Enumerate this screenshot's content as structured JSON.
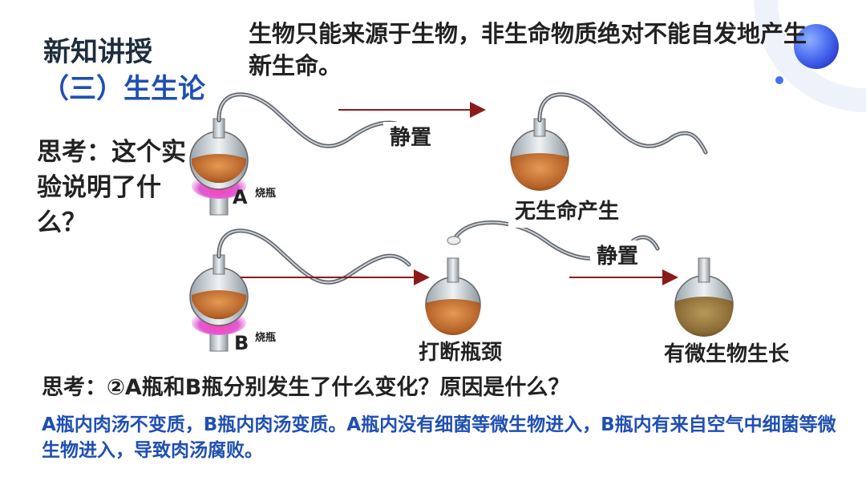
{
  "section": {
    "title": "新知讲授",
    "subtitle": "（三）生生论"
  },
  "principle": "生物只能来源于生物，非生命物质绝对不能自发地产生新生命。",
  "thinking_prompt": "思考：这个实验说明了什么？",
  "diagram": {
    "flask_name": "烧瓶",
    "flask_a_letter": "A",
    "flask_b_letter": "B",
    "step_stand_1": "静置",
    "step_stand_2": "静置",
    "result_a": "无生命产生",
    "step_break": "打断瓶颈",
    "result_b": "有微生物生长"
  },
  "question": "思考：②A瓶和B瓶分别发生了什么变化？原因是什么？",
  "answer": "A瓶内肉汤不变质，B瓶内肉汤变质。A瓶内没有细菌等微生物进入，B瓶内有来自空气中细菌等微生物进入，导致肉汤腐败。",
  "colors": {
    "accent_blue": "#1f4fb3",
    "arrow_red": "#8b1a1a",
    "broth": "#b5632a"
  }
}
